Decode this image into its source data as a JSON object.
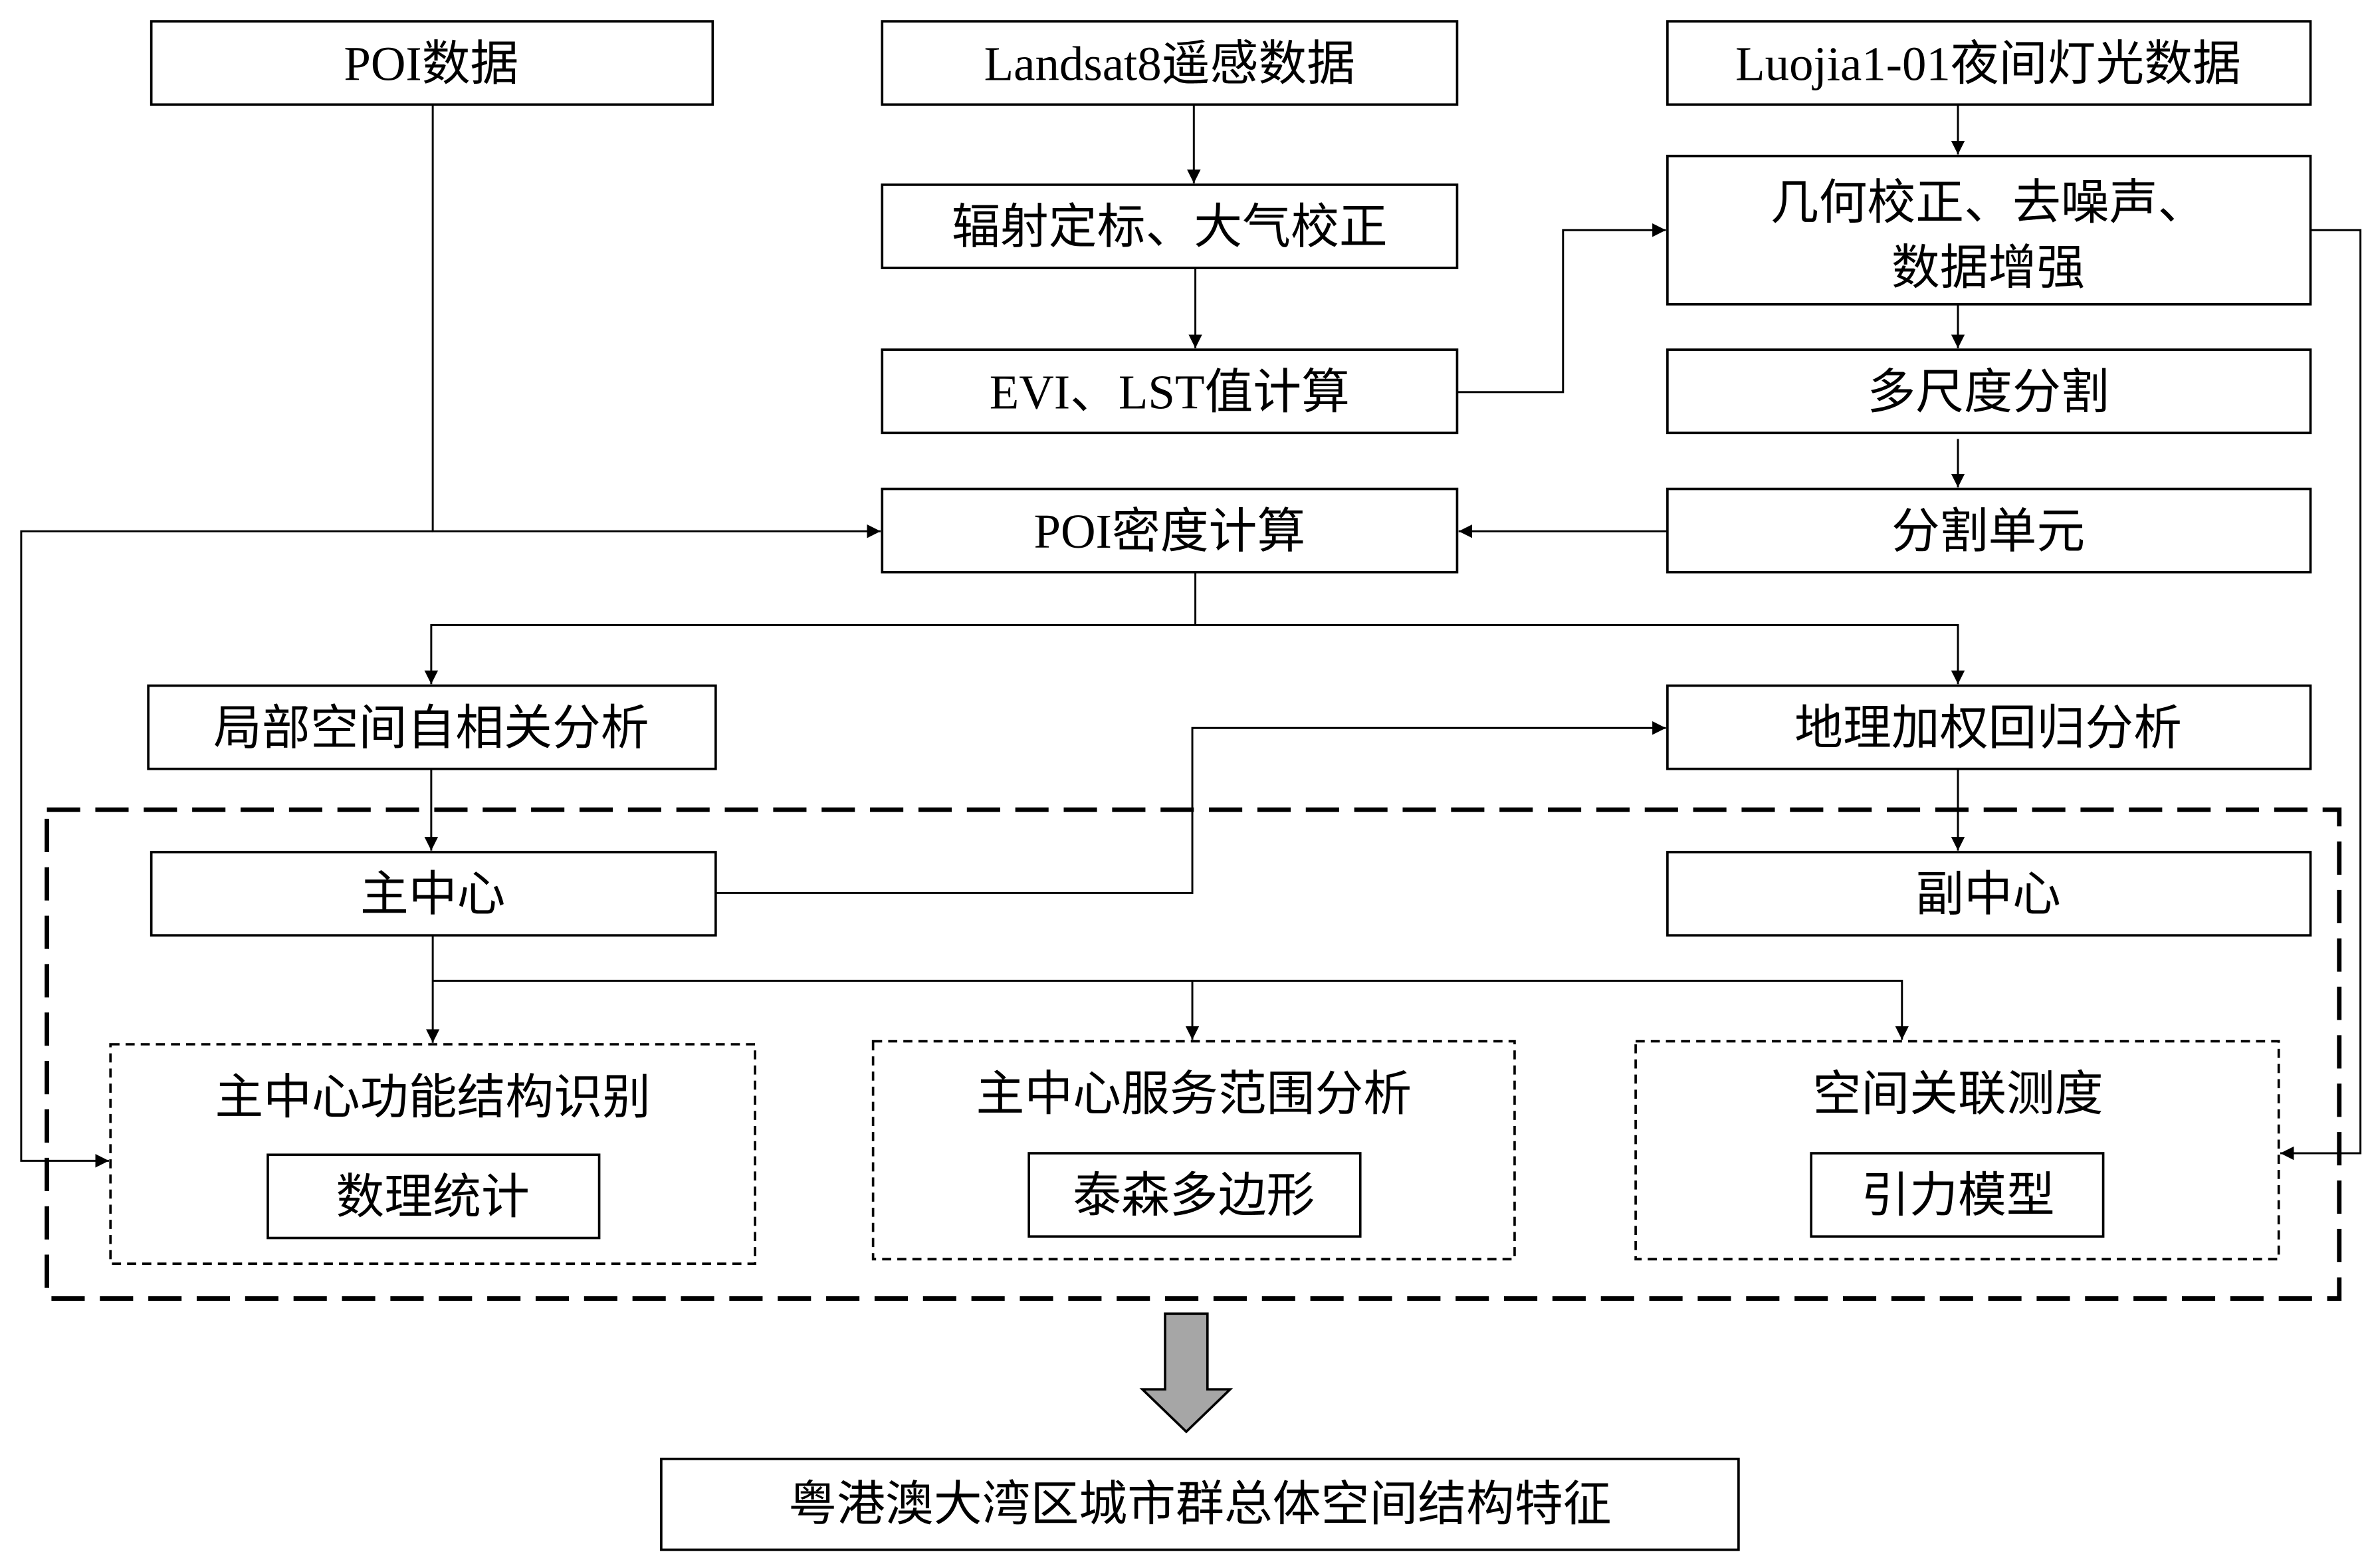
{
  "inputs": {
    "poi": "POI数据",
    "landsat": "Landsat8遥感数据",
    "luojia": "Luojia1-01夜间灯光数据"
  },
  "landsat_steps": [
    "辐射定标、大气校正",
    "EVI、LST值计算"
  ],
  "luojia_steps": {
    "preprocess_line1": "几何校正、去噪声、",
    "preprocess_line2": "数据增强",
    "segmentation": "多尺度分割",
    "units": "分割单元"
  },
  "poi_density": "POI密度计算",
  "analysis": {
    "local_autocorr": "局部空间自相关分析",
    "gwr": "地理加权回归分析"
  },
  "centers": {
    "main": "主中心",
    "sub": "副中心"
  },
  "studies": [
    {
      "title": "主中心功能结构识别",
      "method": "数理统计"
    },
    {
      "title": "主中心服务范围分析",
      "method": "泰森多边形"
    },
    {
      "title": "空间关联测度",
      "method": "引力模型"
    }
  ],
  "result": "粤港澳大湾区城市群总体空间结构特征",
  "colors": {
    "arrow_fill": "#a6a6a6",
    "stroke": "#000000"
  }
}
